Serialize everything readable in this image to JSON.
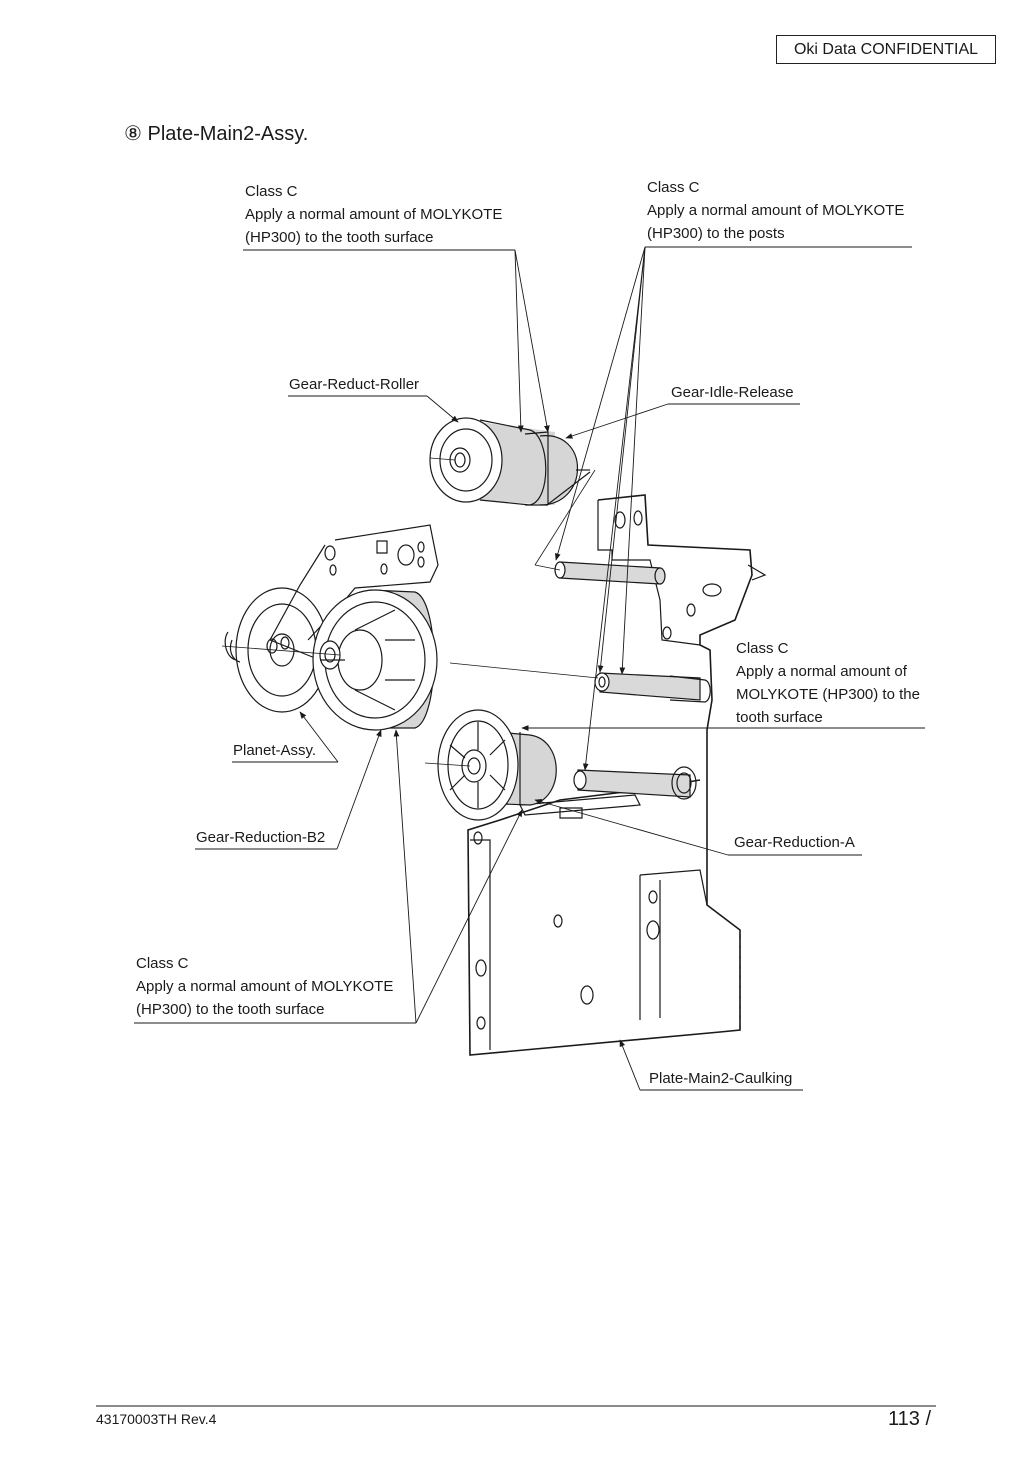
{
  "header": {
    "confidential": "Oki Data CONFIDENTIAL"
  },
  "section": {
    "number": "⑧",
    "title": "Plate-Main2-Assy."
  },
  "notes": {
    "top_left": {
      "line1": "Class C",
      "line2": "Apply a normal amount of MOLYKOTE",
      "line3": "(HP300) to the tooth surface"
    },
    "top_right": {
      "line1": "Class C",
      "line2": "Apply a normal amount of MOLYKOTE",
      "line3": "(HP300) to the posts"
    },
    "mid_right": {
      "line1": "Class C",
      "line2": "Apply a normal amount of",
      "line3": "MOLYKOTE (HP300) to the",
      "line4": "tooth surface"
    },
    "bottom_left": {
      "line1": "Class C",
      "line2": "Apply a normal amount of MOLYKOTE",
      "line3": "(HP300) to the tooth surface"
    }
  },
  "parts": {
    "gear_reduct_roller": "Gear-Reduct-Roller",
    "gear_idle_release": "Gear-Idle-Release",
    "planet_assy": "Planet-Assy.",
    "gear_reduction_b2": "Gear-Reduction-B2",
    "gear_reduction_a": "Gear-Reduction-A",
    "plate_main2_caulking": "Plate-Main2-Caulking"
  },
  "footer": {
    "doc_id": "43170003TH  Rev.4",
    "page": "113 /"
  },
  "colors": {
    "ink": "#1a1a1a",
    "shade": "#d6d6d6"
  }
}
